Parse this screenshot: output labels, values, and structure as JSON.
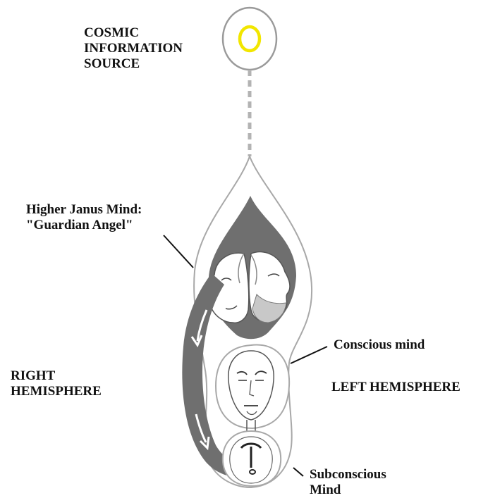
{
  "labels": {
    "cosmic_source": "COSMIC\nINFORMATION\nSOURCE",
    "higher_mind": "Higher Janus Mind:\n\"Guardian Angel\"",
    "conscious_mind": "Conscious mind",
    "right_hemisphere": "RIGHT\nHEMISPHERE",
    "left_hemisphere": "LEFT HEMISPHERE",
    "subconscious_mind": "Subconscious\nMind"
  },
  "colors": {
    "sun_ring": "#f2e600",
    "outline": "#9a9a9a",
    "dark_fill": "#6f6f6f",
    "mid_fill": "#9c9c9c",
    "light_fill": "#c8c8c8",
    "arrow": "#ffffff"
  },
  "icons": {
    "source": "sun-ring-icon",
    "flow_arrows": "down-arrow-icon"
  }
}
